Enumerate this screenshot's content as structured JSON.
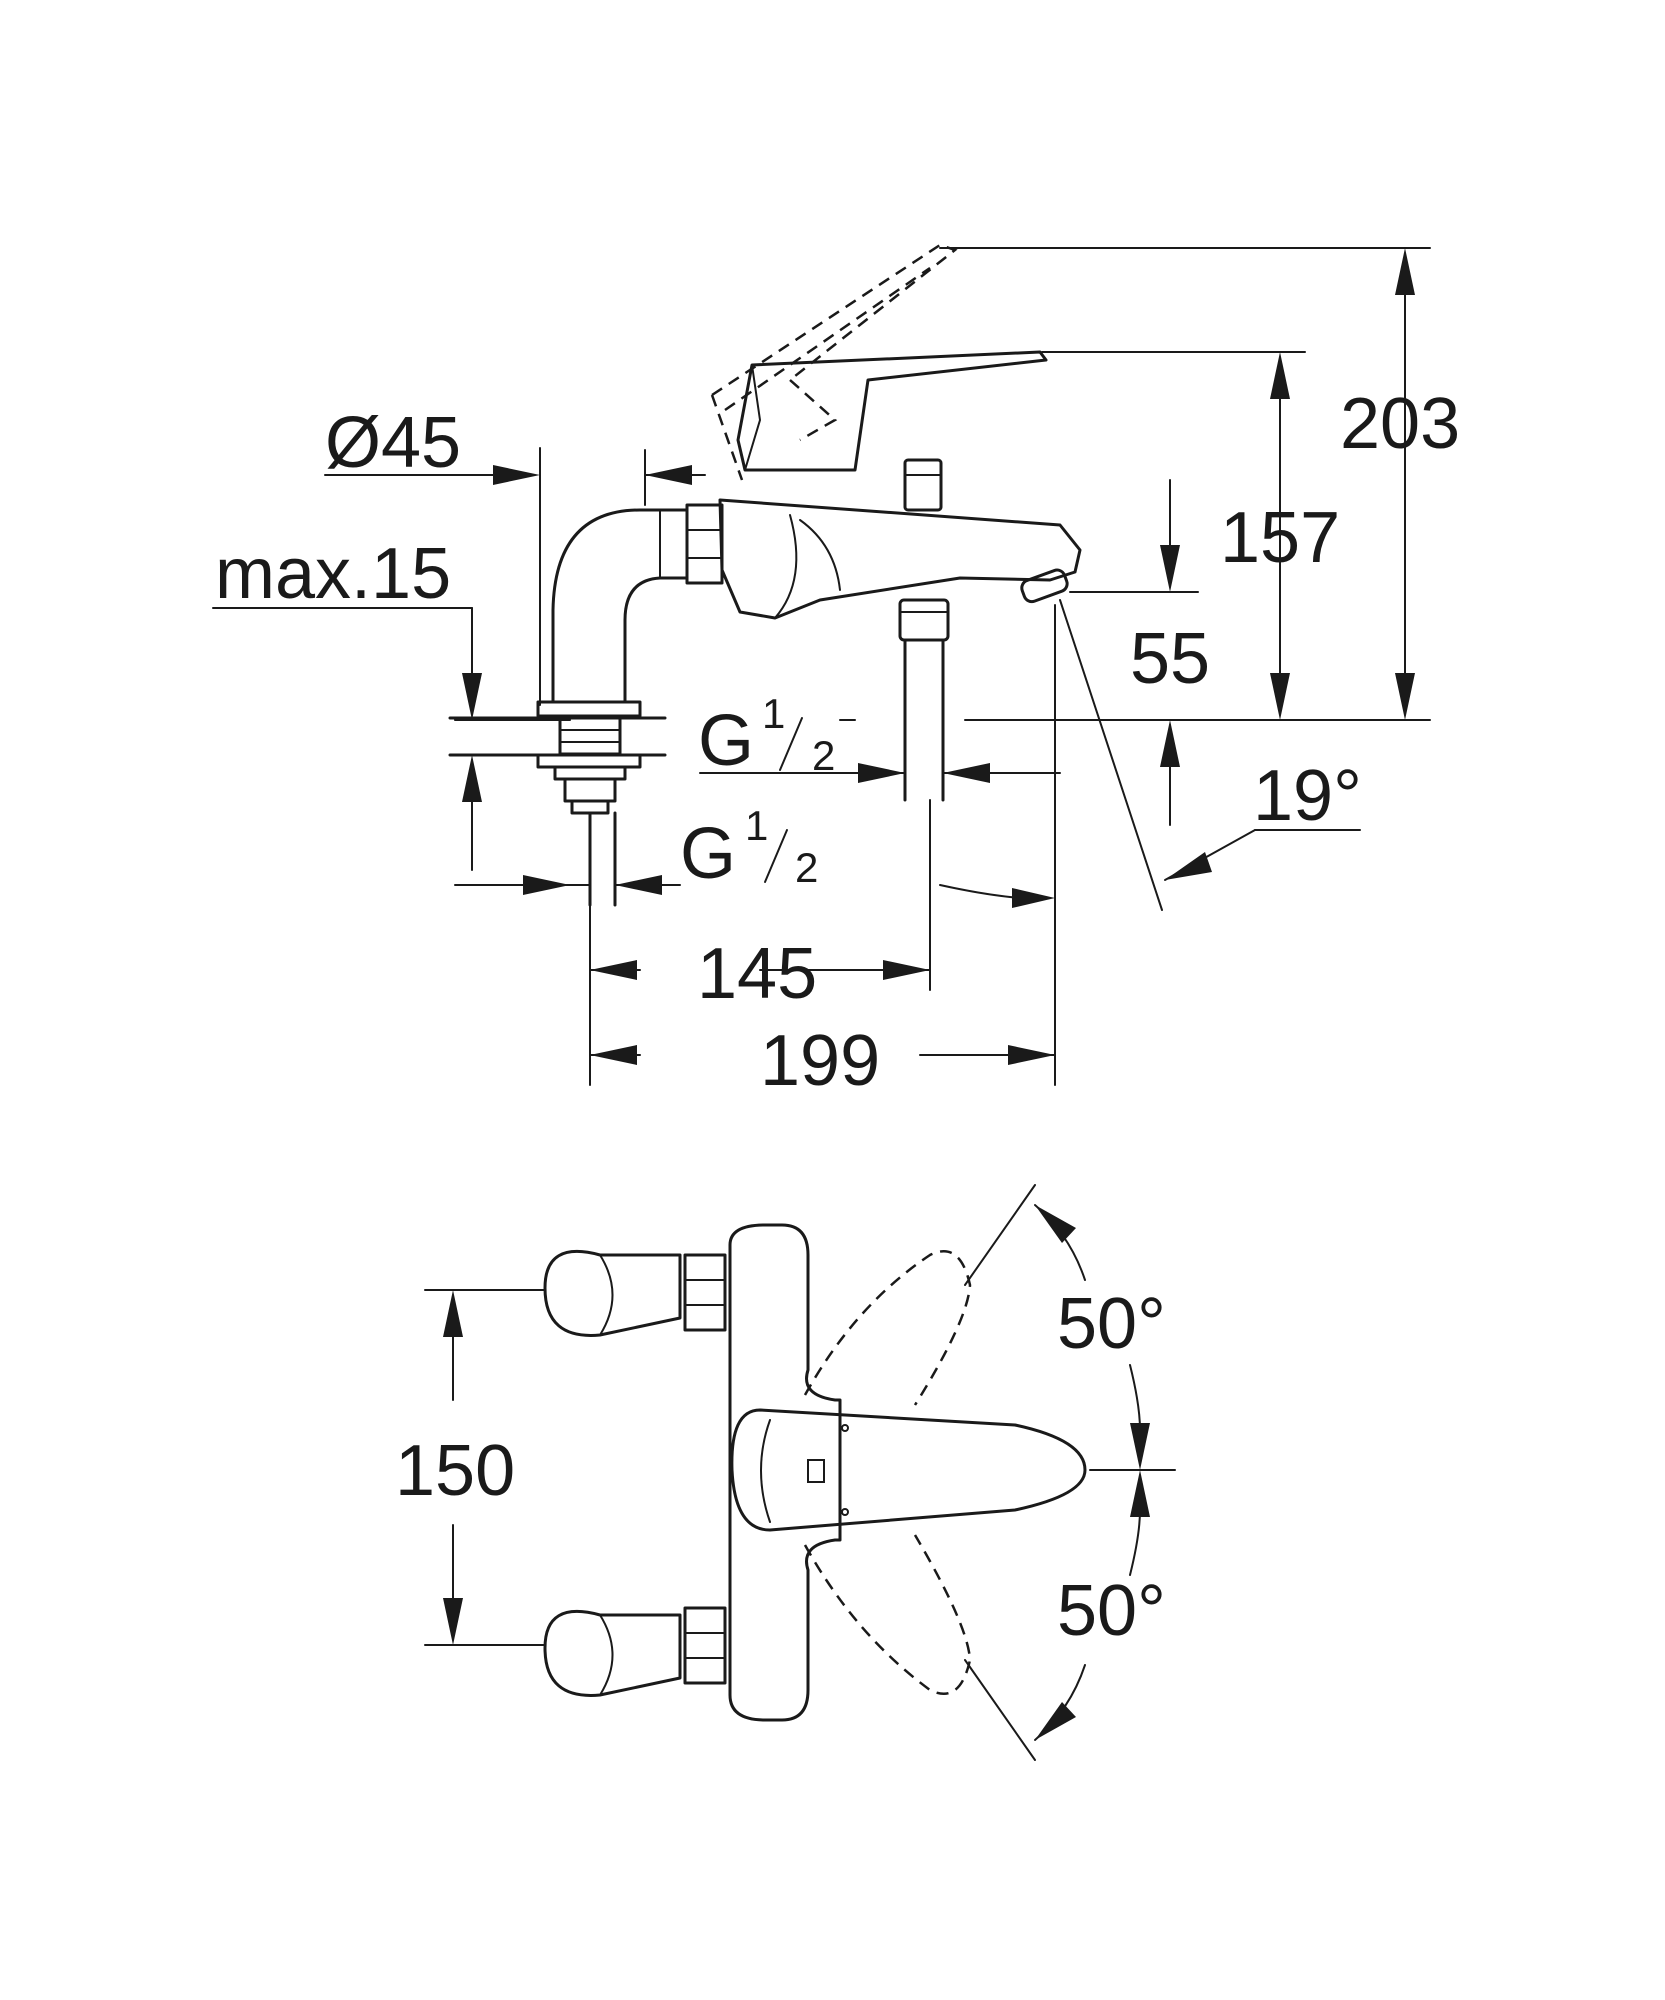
{
  "side_view": {
    "dims": {
      "diameter": "Ø45",
      "max_depth": "max.15",
      "thread_top_prefix": "G",
      "thread_top_num": "1",
      "thread_top_den": "2",
      "thread_bottom_prefix": "G",
      "thread_bottom_num": "1",
      "thread_bottom_den": "2",
      "height_total": "203",
      "height_lever": "157",
      "height_spout": "55",
      "spout_angle": "19°",
      "width_145": "145",
      "width_199": "199"
    }
  },
  "top_view": {
    "dims": {
      "spacing": "150",
      "angle_top": "50°",
      "angle_bottom": "50°"
    }
  }
}
